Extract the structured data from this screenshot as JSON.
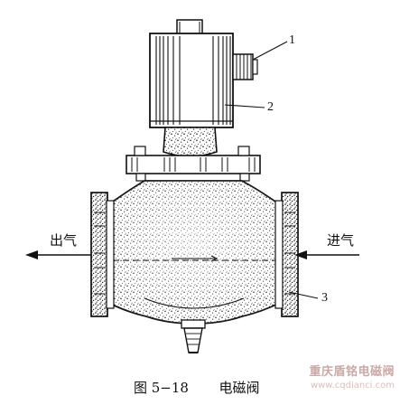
{
  "labels": {
    "outlet": "出气",
    "inlet": "进气",
    "callout_1": "1",
    "callout_2": "2",
    "callout_3": "3"
  },
  "caption": {
    "figure_number": "图 5−18",
    "title": "电磁阀"
  },
  "watermark": {
    "name": "重庆盾铭电磁阀",
    "url": "www.cqdianci.com"
  }
}
